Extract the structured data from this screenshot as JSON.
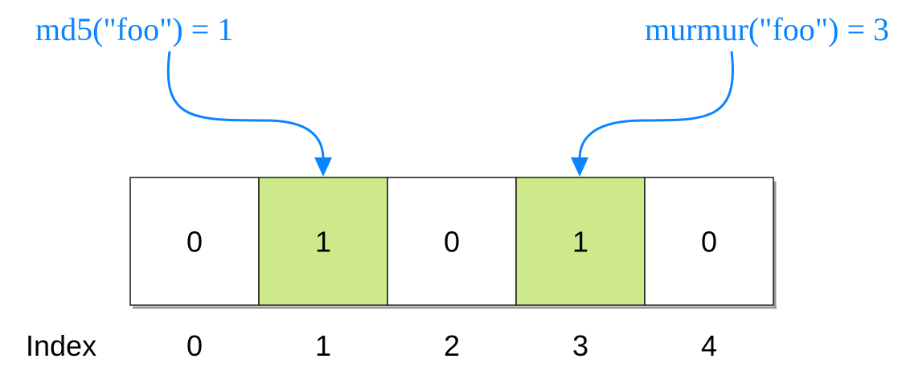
{
  "hash_labels": {
    "md5": "md5(\"foo\") = 1",
    "murmur": "murmur(\"foo\") = 3"
  },
  "bit_array": {
    "cells": [
      {
        "value": "0",
        "highlighted": false
      },
      {
        "value": "1",
        "highlighted": true
      },
      {
        "value": "0",
        "highlighted": false
      },
      {
        "value": "1",
        "highlighted": true
      },
      {
        "value": "0",
        "highlighted": false
      }
    ],
    "highlight_color": "#cde98a",
    "plain_color": "#ffffff"
  },
  "index_row": {
    "label": "Index",
    "values": [
      "0",
      "1",
      "2",
      "3",
      "4"
    ]
  },
  "colors": {
    "accent": "#0a84ff"
  }
}
